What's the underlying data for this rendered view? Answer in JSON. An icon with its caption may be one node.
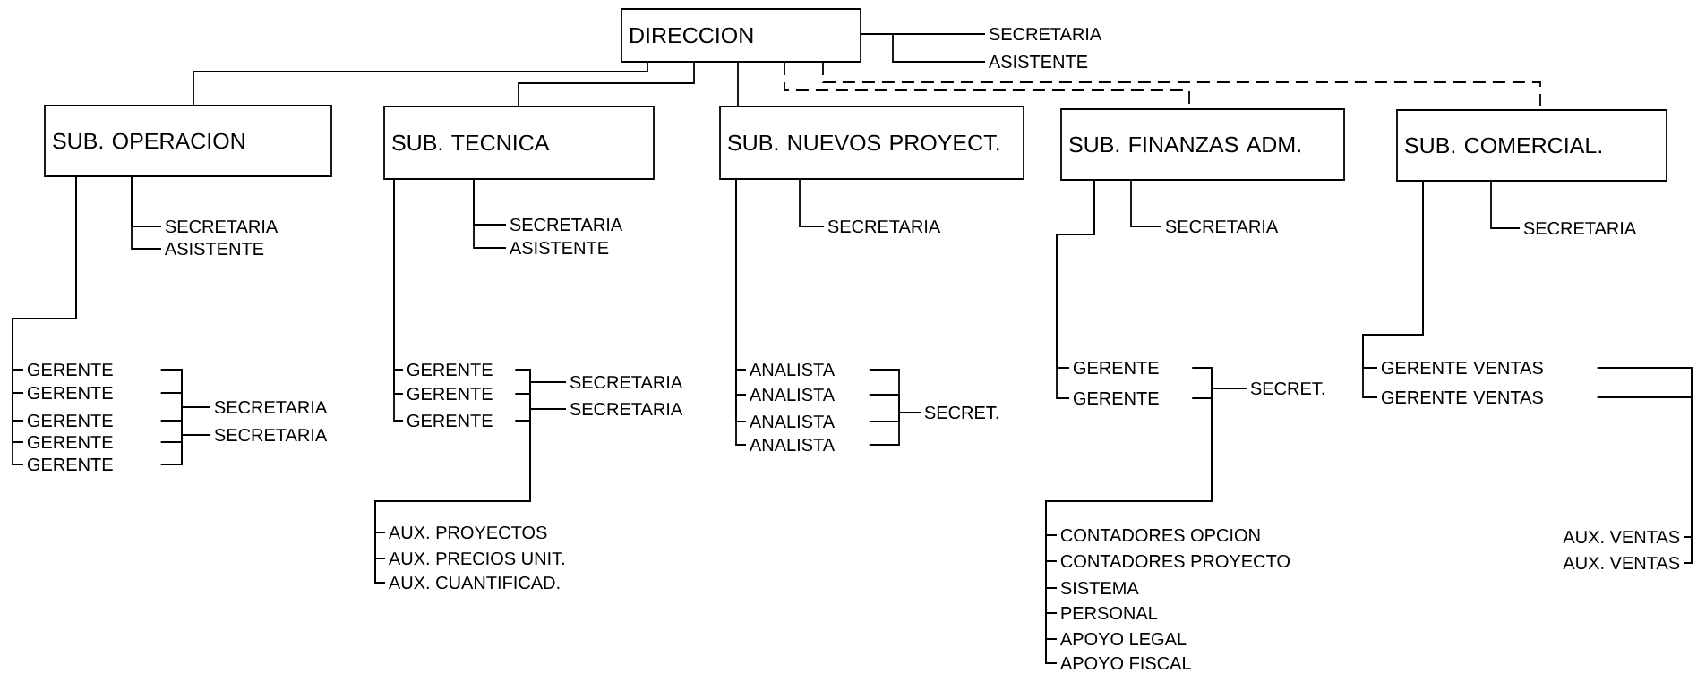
{
  "diagram": {
    "nodes": [
      {
        "text": [
          "DIRECCION"
        ]
      },
      {
        "text": [
          "SECRETARIA"
        ]
      },
      {
        "text": [
          "ASISTENTE"
        ]
      },
      {
        "text": [
          "SUB. OPERACION"
        ]
      },
      {
        "text": [
          "SUB. TECNICA"
        ]
      },
      {
        "text": [
          "SUB. NUEVOS PROYECT."
        ]
      },
      {
        "text": [
          "SUB. FINANZAS ADM."
        ]
      },
      {
        "text": [
          "SUB. COMERCIAL."
        ]
      },
      {
        "text": [
          "SECRETARIA"
        ]
      },
      {
        "text": [
          "ASISTENTE"
        ]
      },
      {
        "text": [
          "SECRETARIA"
        ]
      },
      {
        "text": [
          "ASISTENTE"
        ]
      },
      {
        "text": [
          "SECRETARIA"
        ]
      },
      {
        "text": [
          "SECRETARIA"
        ]
      },
      {
        "text": [
          "SECRETARIA"
        ]
      },
      {
        "text": [
          "GERENTE"
        ]
      },
      {
        "text": [
          "GERENTE"
        ]
      },
      {
        "text": [
          "GERENTE"
        ]
      },
      {
        "text": [
          "GERENTE"
        ]
      },
      {
        "text": [
          "GERENTE"
        ]
      },
      {
        "text": [
          "SECRETARIA"
        ]
      },
      {
        "text": [
          "SECRETARIA"
        ]
      },
      {
        "text": [
          "GERENTE"
        ]
      },
      {
        "text": [
          "GERENTE"
        ]
      },
      {
        "text": [
          "GERENTE"
        ]
      },
      {
        "text": [
          "SECRETARIA"
        ]
      },
      {
        "text": [
          "SECRETARIA"
        ]
      },
      {
        "text": [
          "ANALISTA"
        ]
      },
      {
        "text": [
          "ANALISTA"
        ]
      },
      {
        "text": [
          "ANALISTA"
        ]
      },
      {
        "text": [
          "ANALISTA"
        ]
      },
      {
        "text": [
          "SECRET."
        ]
      },
      {
        "text": [
          "GERENTE"
        ]
      },
      {
        "text": [
          "GERENTE"
        ]
      },
      {
        "text": [
          "SECRET."
        ]
      },
      {
        "text": [
          "GERENTE VENTAS"
        ]
      },
      {
        "text": [
          "GERENTE VENTAS"
        ]
      },
      {
        "text": [
          "AUX. PROYECTOS"
        ]
      },
      {
        "text": [
          "AUX. PRECIOS UNIT."
        ]
      },
      {
        "text": [
          "AUX. CUANTIFICAD."
        ]
      },
      {
        "text": [
          "CONTADORES OPCION"
        ]
      },
      {
        "text": [
          "CONTADORES PROYECTO"
        ]
      },
      {
        "text": [
          "SISTEMA"
        ]
      },
      {
        "text": [
          "PERSONAL"
        ]
      },
      {
        "text": [
          "APOYO LEGAL"
        ]
      },
      {
        "text": [
          "APOYO FISCAL"
        ]
      },
      {
        "text": [
          "AUX. VENTAS"
        ]
      },
      {
        "text": [
          "AUX. VENTAS"
        ]
      }
    ],
    "edges": [
      {
        "from": 0,
        "to": 1,
        "arrow": "none"
      },
      {
        "from": 0,
        "to": 2,
        "arrow": "none"
      },
      {
        "from": 0,
        "to": 3,
        "arrow": "none"
      },
      {
        "from": 0,
        "to": 4,
        "arrow": "none"
      },
      {
        "from": 0,
        "to": 5,
        "arrow": "none"
      },
      {
        "from": 0,
        "to": 6,
        "arrow": "none",
        "style": "dashed"
      },
      {
        "from": 0,
        "to": 7,
        "arrow": "none",
        "style": "dashed"
      },
      {
        "from": 3,
        "to": 8,
        "arrow": "none"
      },
      {
        "from": 3,
        "to": 9,
        "arrow": "none"
      },
      {
        "from": 4,
        "to": 10,
        "arrow": "none"
      },
      {
        "from": 4,
        "to": 11,
        "arrow": "none"
      },
      {
        "from": 5,
        "to": 12,
        "arrow": "none"
      },
      {
        "from": 6,
        "to": 13,
        "arrow": "none"
      },
      {
        "from": 7,
        "to": 14,
        "arrow": "none"
      },
      {
        "from": 3,
        "to": 15,
        "arrow": "none"
      },
      {
        "from": 3,
        "to": 16,
        "arrow": "none"
      },
      {
        "from": 3,
        "to": 17,
        "arrow": "none"
      },
      {
        "from": 3,
        "to": 18,
        "arrow": "none"
      },
      {
        "from": 3,
        "to": 19,
        "arrow": "none"
      },
      {
        "from": 15,
        "to": 20,
        "arrow": "none"
      },
      {
        "from": 16,
        "to": 20,
        "arrow": "none"
      },
      {
        "from": 17,
        "to": 20,
        "arrow": "none"
      },
      {
        "from": 18,
        "to": 20,
        "arrow": "none"
      },
      {
        "from": 19,
        "to": 20,
        "arrow": "none"
      },
      {
        "from": 15,
        "to": 21,
        "arrow": "none"
      },
      {
        "from": 16,
        "to": 21,
        "arrow": "none"
      },
      {
        "from": 17,
        "to": 21,
        "arrow": "none"
      },
      {
        "from": 18,
        "to": 21,
        "arrow": "none"
      },
      {
        "from": 19,
        "to": 21,
        "arrow": "none"
      },
      {
        "from": 4,
        "to": 22,
        "arrow": "none"
      },
      {
        "from": 4,
        "to": 23,
        "arrow": "none"
      },
      {
        "from": 4,
        "to": 24,
        "arrow": "none"
      },
      {
        "from": 22,
        "to": 25,
        "arrow": "none"
      },
      {
        "from": 23,
        "to": 25,
        "arrow": "none"
      },
      {
        "from": 24,
        "to": 25,
        "arrow": "none"
      },
      {
        "from": 22,
        "to": 26,
        "arrow": "none"
      },
      {
        "from": 23,
        "to": 26,
        "arrow": "none"
      },
      {
        "from": 24,
        "to": 26,
        "arrow": "none"
      },
      {
        "from": 22,
        "to": 37,
        "arrow": "none"
      },
      {
        "from": 23,
        "to": 37,
        "arrow": "none"
      },
      {
        "from": 24,
        "to": 37,
        "arrow": "none"
      },
      {
        "from": 22,
        "to": 38,
        "arrow": "none"
      },
      {
        "from": 23,
        "to": 38,
        "arrow": "none"
      },
      {
        "from": 24,
        "to": 38,
        "arrow": "none"
      },
      {
        "from": 22,
        "to": 39,
        "arrow": "none"
      },
      {
        "from": 23,
        "to": 39,
        "arrow": "none"
      },
      {
        "from": 24,
        "to": 39,
        "arrow": "none"
      },
      {
        "from": 5,
        "to": 27,
        "arrow": "none"
      },
      {
        "from": 5,
        "to": 28,
        "arrow": "none"
      },
      {
        "from": 5,
        "to": 29,
        "arrow": "none"
      },
      {
        "from": 5,
        "to": 30,
        "arrow": "none"
      },
      {
        "from": 27,
        "to": 31,
        "arrow": "none"
      },
      {
        "from": 28,
        "to": 31,
        "arrow": "none"
      },
      {
        "from": 29,
        "to": 31,
        "arrow": "none"
      },
      {
        "from": 30,
        "to": 31,
        "arrow": "none"
      },
      {
        "from": 6,
        "to": 32,
        "arrow": "none"
      },
      {
        "from": 6,
        "to": 33,
        "arrow": "none"
      },
      {
        "from": 32,
        "to": 34,
        "arrow": "none"
      },
      {
        "from": 33,
        "to": 34,
        "arrow": "none"
      },
      {
        "from": 32,
        "to": 40,
        "arrow": "none"
      },
      {
        "from": 33,
        "to": 40,
        "arrow": "none"
      },
      {
        "from": 32,
        "to": 41,
        "arrow": "none"
      },
      {
        "from": 33,
        "to": 41,
        "arrow": "none"
      },
      {
        "from": 32,
        "to": 42,
        "arrow": "none"
      },
      {
        "from": 33,
        "to": 42,
        "arrow": "none"
      },
      {
        "from": 32,
        "to": 43,
        "arrow": "none"
      },
      {
        "from": 33,
        "to": 43,
        "arrow": "none"
      },
      {
        "from": 32,
        "to": 44,
        "arrow": "none"
      },
      {
        "from": 33,
        "to": 44,
        "arrow": "none"
      },
      {
        "from": 32,
        "to": 45,
        "arrow": "none"
      },
      {
        "from": 33,
        "to": 45,
        "arrow": "none"
      },
      {
        "from": 7,
        "to": 35,
        "arrow": "none"
      },
      {
        "from": 7,
        "to": 36,
        "arrow": "none"
      },
      {
        "from": 35,
        "to": 46,
        "arrow": "none"
      },
      {
        "from": 36,
        "to": 46,
        "arrow": "none"
      },
      {
        "from": 35,
        "to": 47,
        "arrow": "none"
      },
      {
        "from": 36,
        "to": 47,
        "arrow": "none"
      }
    ]
  }
}
